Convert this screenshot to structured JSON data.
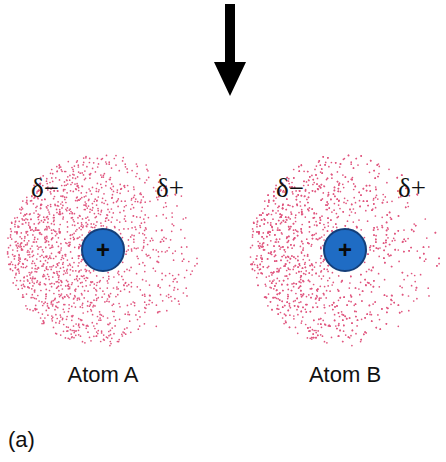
{
  "diagram": {
    "nodes": [
      {
        "text": [
          "+"
        ]
      },
      {
        "text": [
          "+"
        ]
      }
    ],
    "labels": [
      "δ−",
      "δ+",
      "δ−",
      "δ+",
      "Atom A",
      "Atom B",
      "(a)"
    ]
  }
}
